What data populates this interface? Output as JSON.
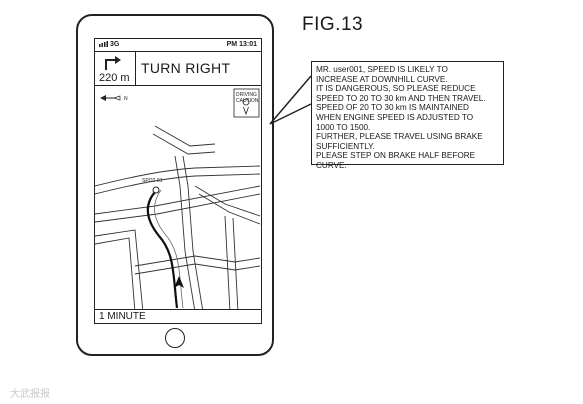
{
  "figure": {
    "title": "FIG.13"
  },
  "phone": {
    "status": {
      "signal": "3G",
      "time": "PM 13:01"
    },
    "navigation": {
      "distance": "220 m",
      "instruction": "TURN RIGHT",
      "turn_icon": "turn-right-arrow-icon"
    },
    "map": {
      "compass_label": "N",
      "spot_label": "SPOT 01",
      "caution_badge": [
        "DRIVING",
        "CAUTION"
      ]
    },
    "footer": {
      "eta": "1 MINUTE"
    }
  },
  "message": {
    "lines": [
      "MR. user001, SPEED IS LIKELY TO",
      "INCREASE AT DOWNHILL CURVE.",
      "IT IS DANGEROUS, SO PLEASE REDUCE",
      "SPEED TO 20 TO 30 km AND THEN TRAVEL.",
      "SPEED OF 20 TO 30 km IS MAINTAINED",
      "WHEN ENGINE SPEED IS ADJUSTED TO",
      "1000 TO 1500.",
      "FURTHER, PLEASE TRAVEL USING BRAKE",
      "SUFFICIENTLY.",
      "PLEASE STEP ON BRAKE HALF BEFORE",
      "CURVE."
    ]
  },
  "watermark": "大武报报"
}
